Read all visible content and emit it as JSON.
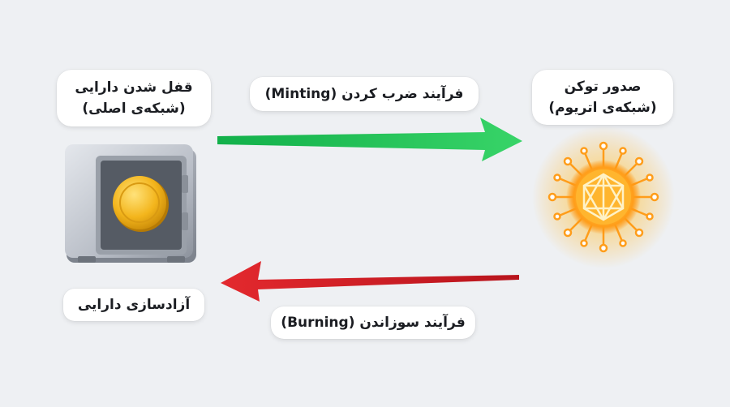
{
  "labels": {
    "lock_line1": "قفل شدن دارایی",
    "lock_line2": "(شبکه‌ی اصلی)",
    "release": "آزادسازی دارایی",
    "mint": "فرآیند ضرب کردن (Minting)",
    "burn": "فرآیند سوزاندن (Burning)",
    "issue_line1": "صدور توکن",
    "issue_line2": "(شبکه‌ی اتریوم)"
  },
  "icons": {
    "left": "safe-with-coin-icon",
    "right": "ethereum-sun-network-icon"
  },
  "colors": {
    "mint_arrow": "#22c35a",
    "burn_arrow": "#d9272b",
    "coin": "#f2b51c",
    "sun": "#ffb020",
    "background": "#eef0f3"
  }
}
